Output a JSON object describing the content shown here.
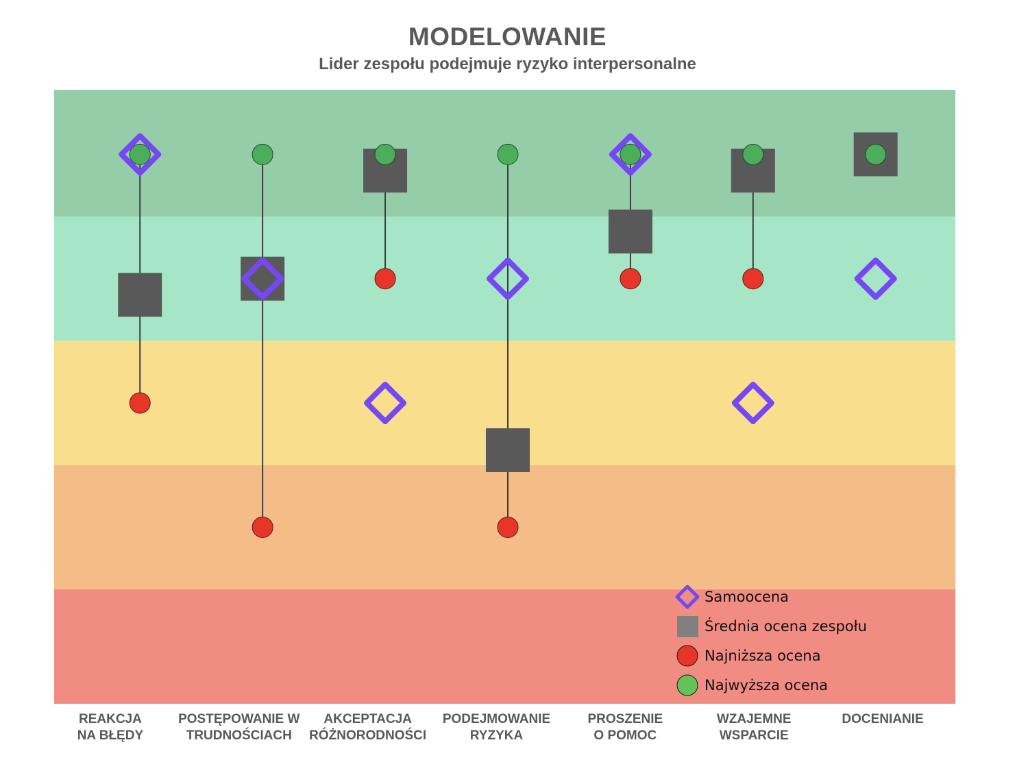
{
  "chart_data": {
    "type": "scatter",
    "title": "MODELOWANIE",
    "subtitle": "Lider zespołu podejmuje ryzyko interpersonalne",
    "xlabel": "",
    "ylabel": "",
    "categories": [
      [
        "REAKCJA",
        "NA BŁĘDY"
      ],
      [
        "POSTĘPOWANIE W",
        "TRUDNOŚCIACH"
      ],
      [
        "AKCEPTACJA",
        "RÓŻNORODNOŚCI"
      ],
      [
        "PODEJMOWANIE",
        "RYZYKA"
      ],
      [
        "PROSZENIE",
        "O POMOC"
      ],
      [
        "WZAJEMNE",
        "WSPARCIE"
      ],
      [
        "DOCENIANIE"
      ]
    ],
    "xlim": [
      0.3,
      7.65
    ],
    "ylim": [
      0.58,
      5.52
    ],
    "grid": false,
    "bands": [
      {
        "from": 4.5,
        "to": 5.52,
        "color": "#96CDA9"
      },
      {
        "from": 3.5,
        "to": 4.5,
        "color": "#A6E6C6"
      },
      {
        "from": 2.5,
        "to": 3.5,
        "color": "#F9DE8E"
      },
      {
        "from": 1.5,
        "to": 2.5,
        "color": "#F4BC87"
      },
      {
        "from": 0.58,
        "to": 1.5,
        "color": "#F18C82"
      }
    ],
    "series": [
      {
        "name": "Samoocena",
        "marker": "diamond",
        "color": "#7547F5",
        "values": [
          5,
          4,
          3,
          4,
          5,
          3,
          4
        ]
      },
      {
        "name": "Średnia ocena zespołu",
        "marker": "square",
        "color": "#595959",
        "legend_color": "#808080",
        "values": [
          3.87,
          4.0,
          4.87,
          2.62,
          4.38,
          4.87,
          5.0
        ]
      },
      {
        "name": "Najniższa ocena",
        "marker": "circle",
        "color": "#E8352A",
        "values": [
          3,
          2,
          4,
          2,
          4,
          4,
          5
        ]
      },
      {
        "name": "Najwyższa ocena",
        "marker": "circle",
        "color": "#4CAD5B",
        "legend_color": "#62C35A",
        "values": [
          5,
          5,
          5,
          5,
          5,
          5,
          5
        ]
      }
    ],
    "legend": {
      "placement": "bottom-right"
    }
  }
}
